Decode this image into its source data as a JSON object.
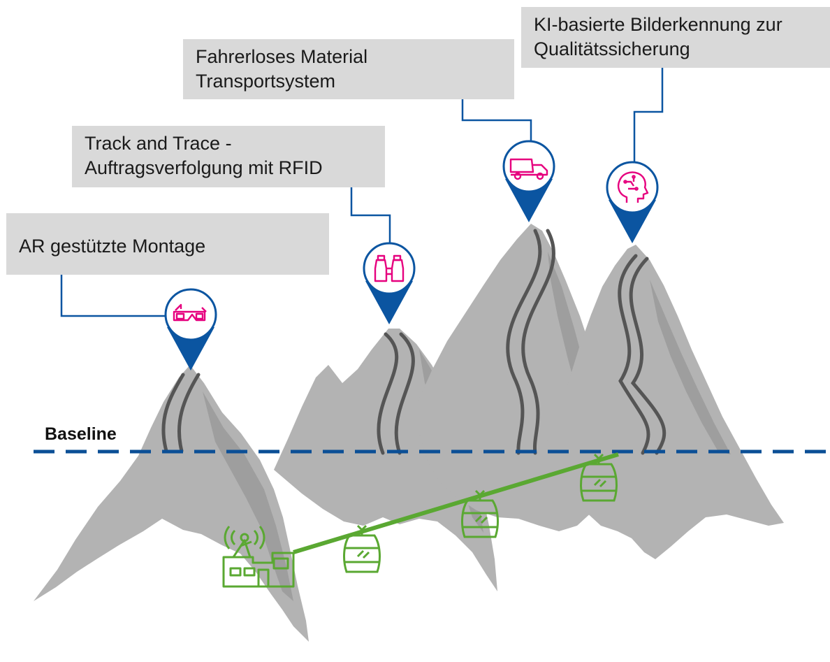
{
  "labels": [
    {
      "id": "ar",
      "text": "AR gestützte Montage",
      "icon": "ar-glasses-icon"
    },
    {
      "id": "tt",
      "text": "Track and Trace -\nAuftragsverfolgung mit RFID",
      "icon": "binoculars-icon"
    },
    {
      "id": "fts",
      "text": "Fahrerloses Material\nTransportsystem",
      "icon": "truck-icon"
    },
    {
      "id": "ki",
      "text": "KI-basierte Bilderkennung zur\nQualitätssicherung",
      "icon": "ai-head-icon"
    }
  ],
  "baseline": {
    "text": "Baseline"
  },
  "base_station_icon": "base-station-icon",
  "gondola_icon": "cable-car-gondola-icon",
  "colors": {
    "mountain": "#b3b3b3",
    "ski_track": "#555555",
    "pin": "#0b55a1",
    "pin_icon": "#e6007e",
    "cable_car": "#5aa832",
    "label_bg": "#d9d9d9",
    "baseline": "#0b4f96"
  }
}
